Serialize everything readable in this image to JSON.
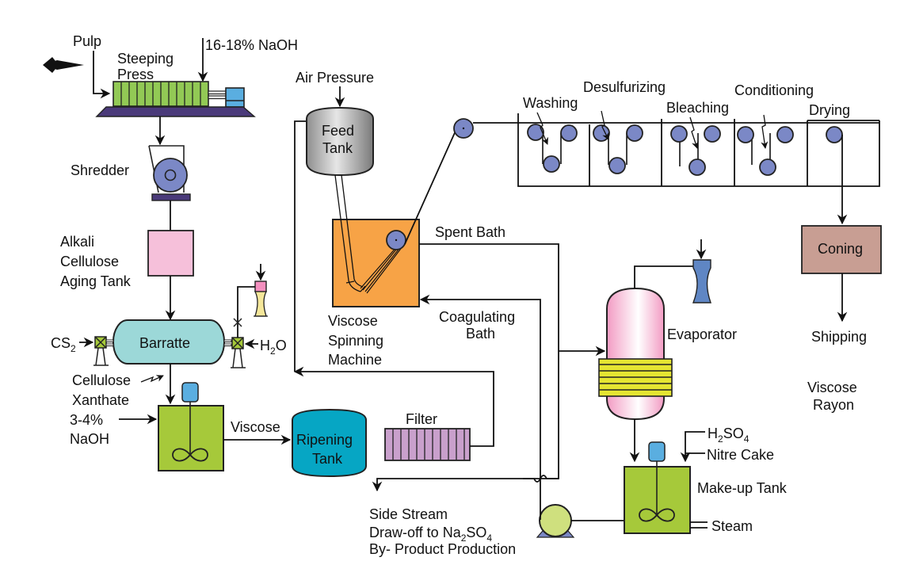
{
  "diagram": {
    "title": "Viscose Rayon Production Process",
    "labels": {
      "pulp": "Pulp",
      "naoh_16_18": "16-18% NaOH",
      "steeping": "Steeping",
      "press": "Press",
      "shredder": "Shredder",
      "alkali": "Alkali",
      "cellulose": "Cellulose",
      "aging_tank": "Aging Tank",
      "cs2_main": "CS",
      "cs2_sub": "2",
      "barratte": "Barratte",
      "h2o_h": "H",
      "h2o_sub": "2",
      "h2o_o": "O",
      "xanthate_1": "Cellulose",
      "xanthate_2": "Xanthate",
      "naoh_3_4_a": "3-4%",
      "naoh_3_4_b": "NaOH",
      "viscose": "Viscose",
      "ripening_1": "Ripening",
      "ripening_2": "Tank",
      "filter": "Filter",
      "air_pressure": "Air Pressure",
      "feed_1": "Feed",
      "feed_2": "Tank",
      "spinning_1": "Viscose",
      "spinning_2": "Spinning",
      "spinning_3": "Machine",
      "spent_bath": "Spent Bath",
      "coag_1": "Coagulating",
      "coag_2": "Bath",
      "washing": "Washing",
      "desulfurizing": "Desulfurizing",
      "bleaching": "Bleaching",
      "conditioning": "Conditioning",
      "drying": "Drying",
      "coning": "Coning",
      "shipping": "Shipping",
      "product_1": "Viscose",
      "product_2": "Rayon",
      "evaporator": "Evaporator",
      "h2so4_main": "H",
      "h2so4_sub1": "2",
      "h2so4_mid": "SO",
      "h2so4_sub2": "4",
      "nitre_cake": "Nitre Cake",
      "makeup_tank": "Make-up Tank",
      "steam": "Steam",
      "side_1": "Side Stream",
      "side_2a": "Draw-off to Na",
      "side_2sub1": "2",
      "side_2b": "SO",
      "side_2sub2": "4",
      "side_3": "By- Product Production"
    },
    "colors": {
      "steeping_press": "#92c955",
      "press_base": "#4a3a7a",
      "motor": "#5aaee0",
      "shredder": "#7b88c6",
      "aging_tank": "#f6c0da",
      "barratte": "#9cd8d8",
      "xanthator": "#a6c93a",
      "ripening_tank": "#06a6c4",
      "filter": "#c9a0cc",
      "spinning_bath": "#f7a346",
      "coning": "#c89e93",
      "evaporator": "#f2a5c8",
      "heater": "#e5e532",
      "ejector": "#5f86c4",
      "pump": "#cfe07e",
      "pump_base": "#7b88c6"
    }
  }
}
